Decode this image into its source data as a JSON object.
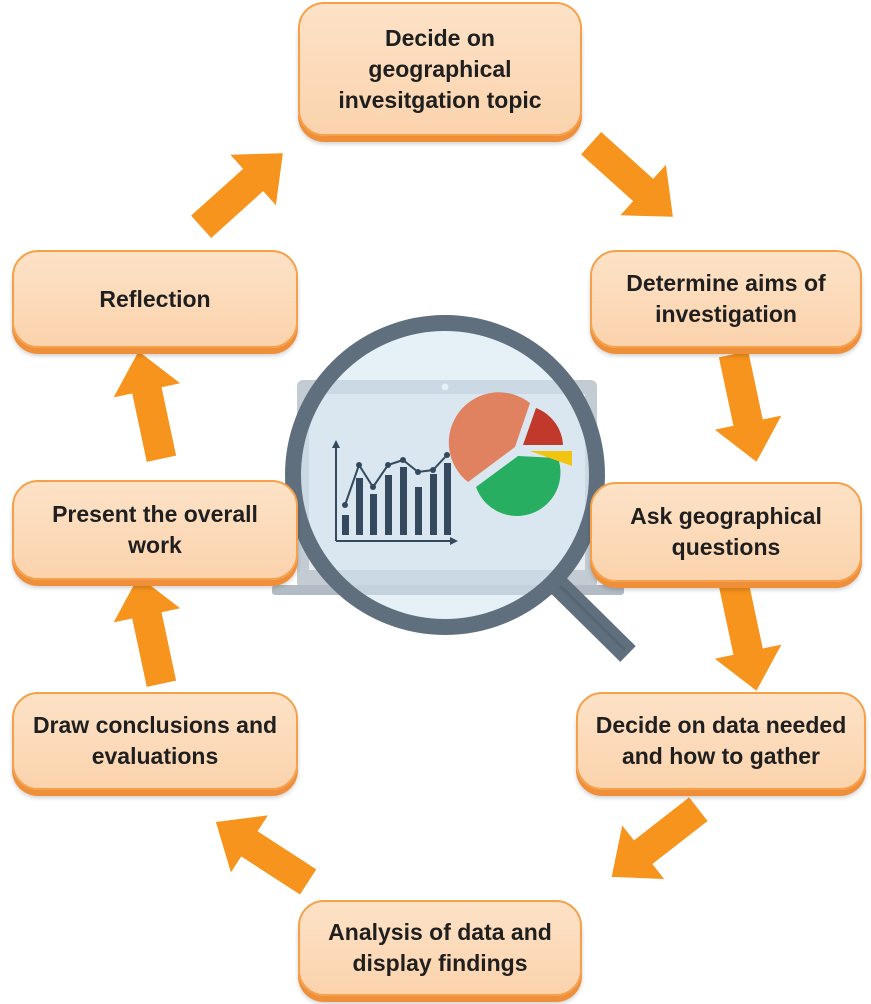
{
  "colors": {
    "box_fill": "#fbd8b6",
    "box_border": "#f6a04a",
    "arrow": "#f7941d",
    "magnifier": "#5d6d7e",
    "monitor_screen": "#dfe8ee",
    "bar": "#34495e",
    "pie_orange": "#e07b5a",
    "pie_red": "#c0392b",
    "pie_green": "#27ae60",
    "pie_yellow": "#f1c40f"
  },
  "icons": [
    "magnifying-glass-icon",
    "monitor-icon",
    "bar-line-chart-icon",
    "pie-chart-icon"
  ],
  "steps": [
    {
      "id": "topic",
      "lines": [
        "Decide on",
        "geographical",
        "invesitgation topic"
      ]
    },
    {
      "id": "aims",
      "lines": [
        "Determine aims of",
        "investigation"
      ]
    },
    {
      "id": "questions",
      "lines": [
        "Ask geographical",
        "questions"
      ]
    },
    {
      "id": "data",
      "lines": [
        "Decide on data needed",
        "and how to gather"
      ]
    },
    {
      "id": "analysis",
      "lines": [
        "Analysis of data and",
        "display findings"
      ]
    },
    {
      "id": "conclusions",
      "lines": [
        "Draw conclusions and",
        "evaluations"
      ]
    },
    {
      "id": "present",
      "lines": [
        "Present the overall",
        "work"
      ]
    },
    {
      "id": "reflection",
      "lines": [
        "Reflection"
      ]
    }
  ]
}
